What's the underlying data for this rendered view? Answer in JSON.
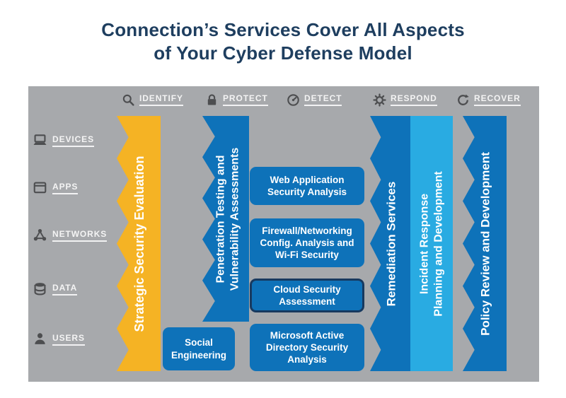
{
  "title": {
    "line1": "Connection’s Services Cover All Aspects",
    "line2": "of Your Cyber Defense Model"
  },
  "framework_columns": [
    {
      "label": "IDENTIFY",
      "icon": "magnifier-icon"
    },
    {
      "label": "PROTECT",
      "icon": "lock-icon"
    },
    {
      "label": "DETECT",
      "icon": "gauge-icon"
    },
    {
      "label": "RESPOND",
      "icon": "gear-icon"
    },
    {
      "label": "RECOVER",
      "icon": "refresh-icon"
    }
  ],
  "asset_rows": [
    {
      "label": "DEVICES",
      "icon": "laptop-icon"
    },
    {
      "label": "APPS",
      "icon": "app-window-icon"
    },
    {
      "label": "NETWORKS",
      "icon": "network-icon"
    },
    {
      "label": "DATA",
      "icon": "database-icon"
    },
    {
      "label": "USERS",
      "icon": "user-icon"
    }
  ],
  "services": {
    "strategic": "Strategic Security Evaluation",
    "penetration": "Penetration Testing and\nVulnerability Assessments",
    "social": "Social\nEngineering",
    "webapp": "Web Application\nSecurity Analysis",
    "firewall": "Firewall/Networking\nConfig. Analysis and\nWi-Fi Security",
    "cloud": "Cloud Security\nAssessment",
    "msad": "Microsoft Active\nDirectory Security\nAnalysis",
    "remediation": "Remediation Services",
    "incident": "Incident Response\nPlanning and Development",
    "policy": "Policy Review and Development"
  },
  "colors": {
    "title": "#1e3e5f",
    "panel": "#a7a9ac",
    "yellow": "#f5b324",
    "blue": "#0e72b9",
    "light_blue": "#29abe2",
    "outline": "#17395f",
    "icon": "#4d4e50"
  }
}
